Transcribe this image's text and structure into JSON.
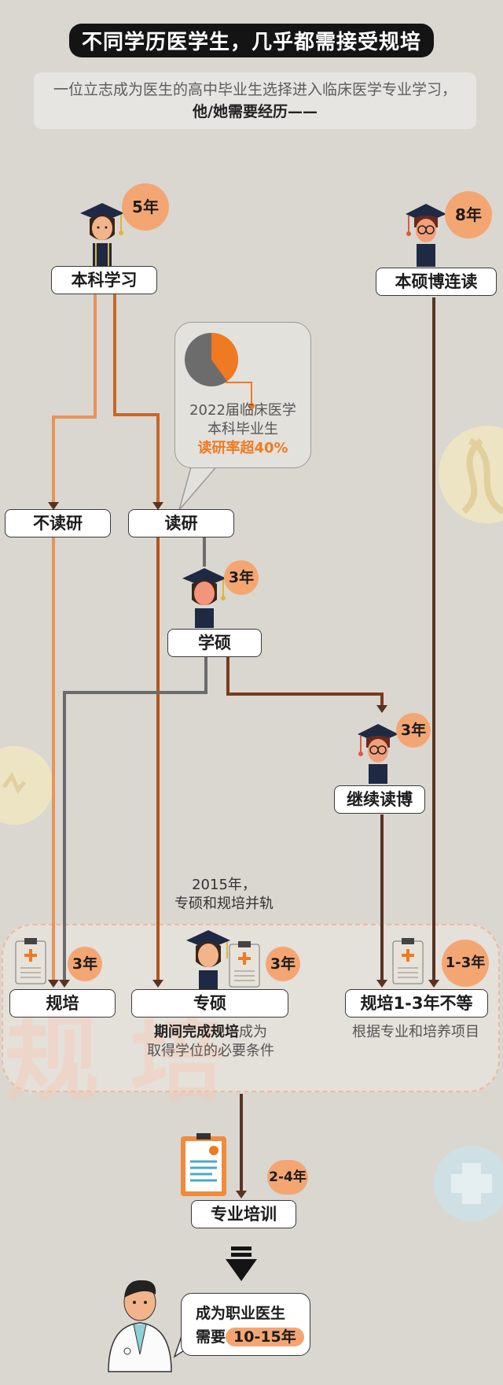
{
  "title": "不同学历医学生，几乎都需接受规培",
  "intro": {
    "line1": "一位立志成为医生的高中毕业生选择进入临床医学专业学习，",
    "line2": "他/她需要经历——"
  },
  "nodes": {
    "undergrad": "本科学习",
    "combined": "本硕博连读",
    "no_grad": "不读研",
    "grad": "读研",
    "academic_master": "学硕",
    "phd": "继续读博",
    "rotation_a": "规培",
    "professional_master": "专硕",
    "rotation_b": "规培1-3年不等",
    "specialist": "专业培训"
  },
  "durations": {
    "undergrad": "5年",
    "combined": "8年",
    "academic_master": "3年",
    "phd": "3年",
    "rotation_a": "3年",
    "professional_master": "3年",
    "rotation_b": "1-3年",
    "specialist": "2-4年"
  },
  "stat_bubble": {
    "line1": "2022届临床医学",
    "line2": "本科毕业生",
    "highlight": "读研率超40%",
    "pie_value_percent": 40
  },
  "merge_note": {
    "line1": "2015年，",
    "line2": "专硕和规培并轨"
  },
  "prof_master_note": {
    "bold": "期间完成规培",
    "line1_rest": "成为",
    "line2": "取得学位的必要条件"
  },
  "rotation_note": "根据专业和培养项目",
  "watermark": "规培",
  "final": {
    "line1": "成为职业医生",
    "prefix": "需要",
    "highlight": "10-15年"
  },
  "colors": {
    "orange_light": "#e8935a",
    "orange_dark": "#b4551c",
    "brown": "#5a3220",
    "gray": "#6b6b6b",
    "badge": "#f4a672",
    "pie_orange": "#f07a22",
    "pie_gray": "#6c6c6c"
  }
}
